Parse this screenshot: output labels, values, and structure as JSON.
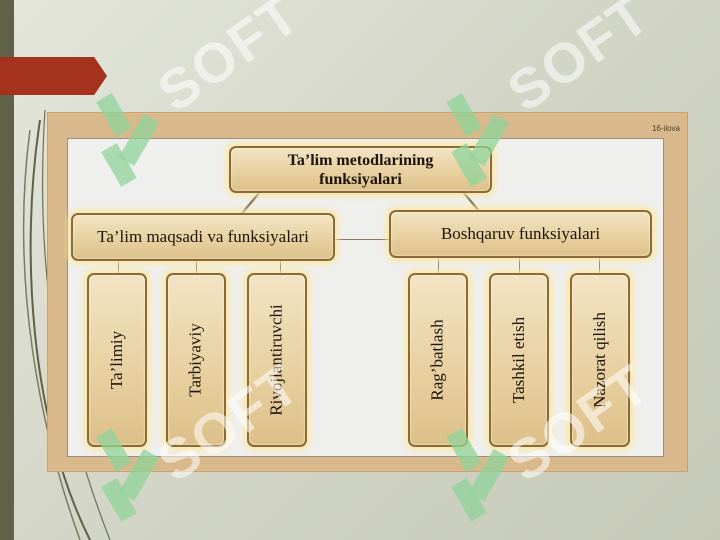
{
  "page_note": "16-ilova",
  "diagram": {
    "root": "Ta’lim metodlarining funksiyalari",
    "root_line1": "Ta’lim metodlarining",
    "root_line2": "funksiyalari",
    "branches": [
      {
        "label": "Ta’lim maqsadi va funksiyalari",
        "children": [
          "Ta’limiy",
          "Tarbiyaviy",
          "Rivojlantiruvchi"
        ]
      },
      {
        "label": "Boshqaruv funksiyalari",
        "children": [
          "Rag’batlash",
          "Tashkil etish",
          "Nazorat qilish"
        ]
      }
    ]
  },
  "watermark": "SOFT",
  "colors": {
    "accent_arrow": "#a4321c",
    "panel": "#d9b98c",
    "box_fill": "#e7cf9e",
    "box_glow": "#ffe896",
    "watermark_green": "#8fd39a"
  }
}
